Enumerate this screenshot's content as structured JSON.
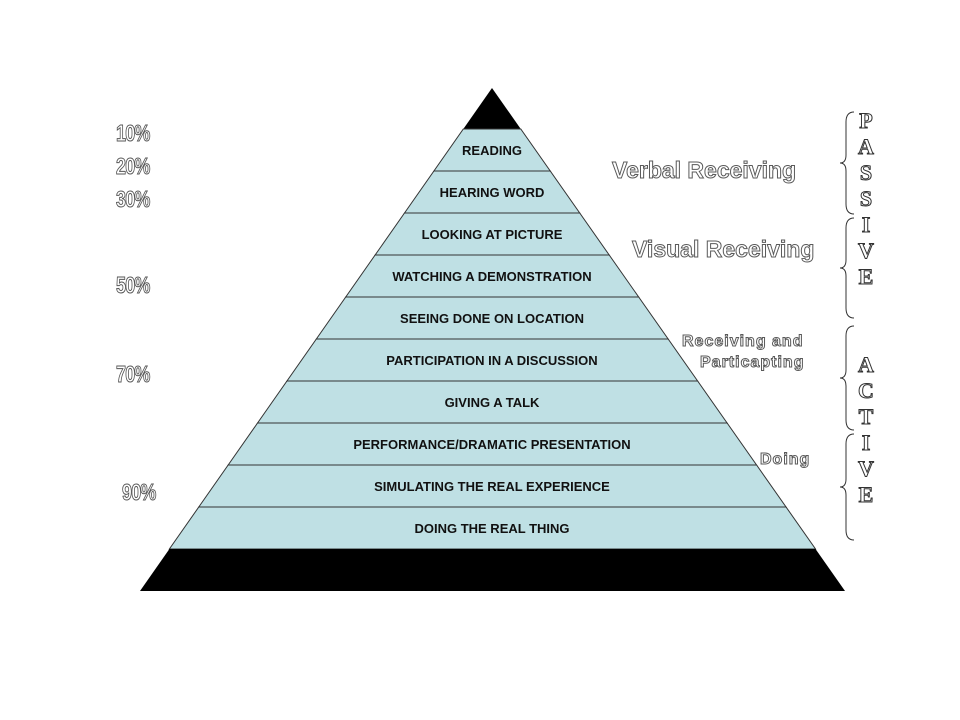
{
  "pyramid": {
    "fill": "#bfe0e4",
    "apex_color": "#000000",
    "base_color": "#000000",
    "levels": [
      "READING",
      "HEARING WORD",
      "LOOKING AT PICTURE",
      "WATCHING A DEMONSTRATION",
      "SEEING DONE ON LOCATION",
      "PARTICIPATION IN A DISCUSSION",
      "GIVING A TALK",
      "PERFORMANCE/DRAMATIC PRESENTATION",
      "SIMULATING THE REAL EXPERIENCE",
      "DOING THE REAL THING"
    ]
  },
  "percentages": [
    "10%",
    "20%",
    "30%",
    "50%",
    "70%",
    "90%"
  ],
  "categories": {
    "verbal": "Verbal Receiving",
    "visual": "Visual Receiving",
    "receiving_line1": "Receiving and",
    "receiving_line2": "Particapting",
    "doing": "Doing"
  },
  "groups": {
    "passive": [
      "P",
      "A",
      "S",
      "S",
      "I",
      "V",
      "E"
    ],
    "active": [
      "A",
      "C",
      "T",
      "I",
      "V",
      "E"
    ]
  }
}
